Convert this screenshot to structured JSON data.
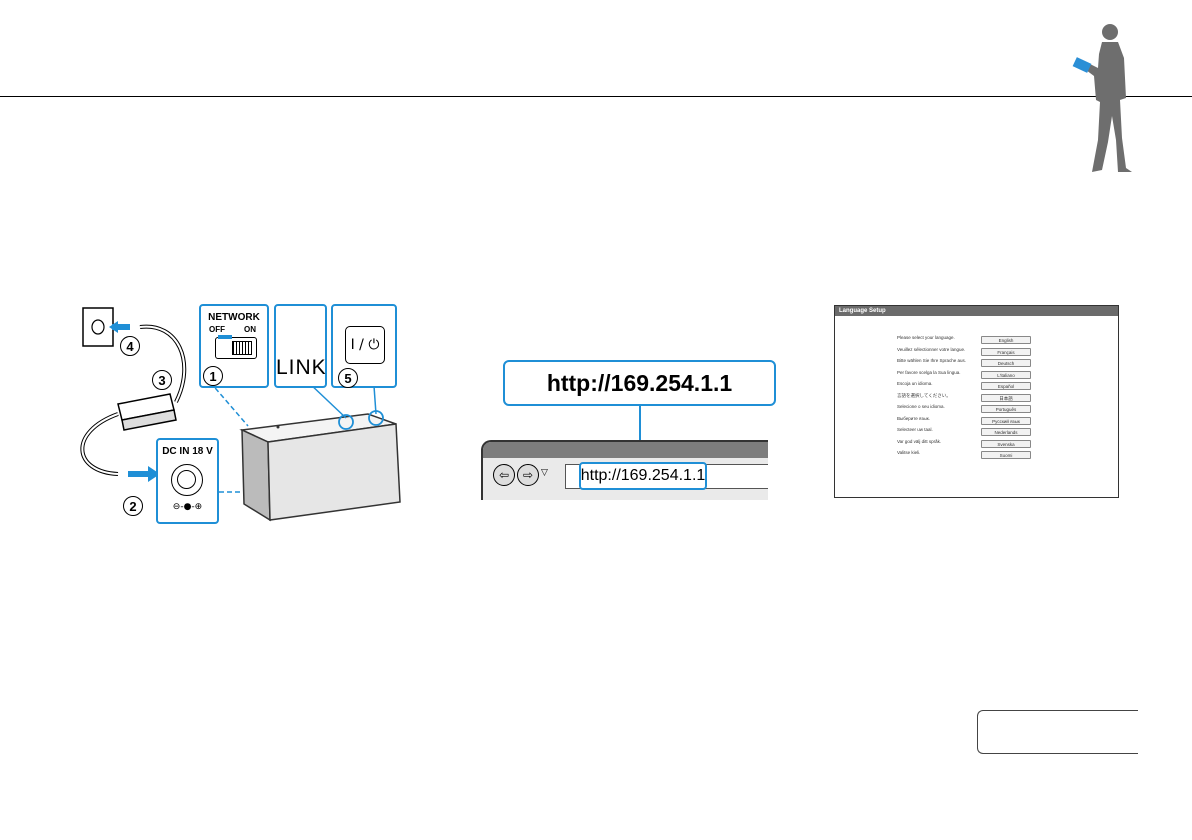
{
  "network_switch": {
    "label": "NETWORK",
    "off": "OFF",
    "on": "ON"
  },
  "link_label": "LINK",
  "power_label": "I / ⏻",
  "dc_label": "DC IN 18 V",
  "steps": [
    "1",
    "2",
    "3",
    "4",
    "5"
  ],
  "url_callout": "http://169.254.1.1",
  "address_bar_url": "http://169.254.1.1",
  "language_setup": {
    "title": "Language Setup",
    "rows": [
      {
        "prompt": "Please select your language.",
        "button": "English"
      },
      {
        "prompt": "Veuillez sélectionner votre langue.",
        "button": "Français"
      },
      {
        "prompt": "Bitte wählen Sie Ihre Sprache aus.",
        "button": "Deutsch"
      },
      {
        "prompt": "Per favore scelga la Sua lingua.",
        "button": "L'italiano"
      },
      {
        "prompt": "Escoja un idioma.",
        "button": "Español"
      },
      {
        "prompt": "言語を選択してください。",
        "button": "日本語"
      },
      {
        "prompt": "Selecione o seu idioma.",
        "button": "Português"
      },
      {
        "prompt": "Выберите язык.",
        "button": "Русский язык"
      },
      {
        "prompt": "Selecteer uw taal.",
        "button": "Nederlands"
      },
      {
        "prompt": "Var god välj ditt språk.",
        "button": "Svenska"
      },
      {
        "prompt": "Valitse kieli.",
        "button": "Suomi"
      }
    ]
  },
  "colors": {
    "accent": "#1f8fd6",
    "figure": "#6e6e6e"
  }
}
